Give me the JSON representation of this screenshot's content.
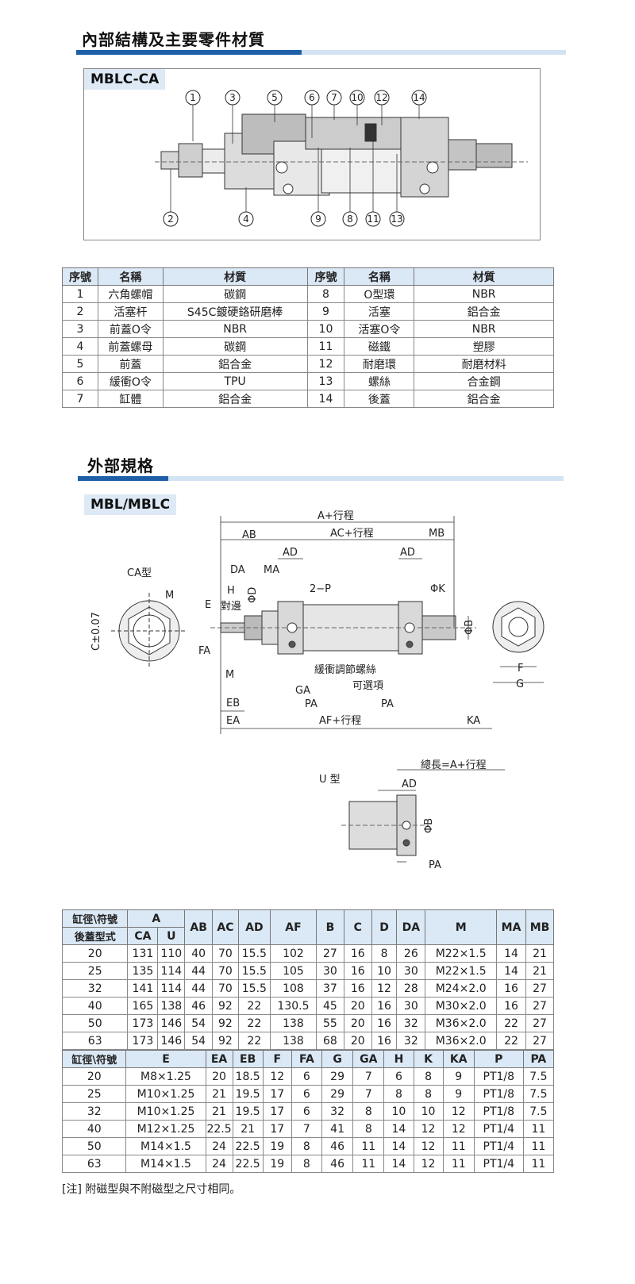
{
  "section1": {
    "title": "內部結構及主要零件材質",
    "model_label": "MBLC-CA"
  },
  "callouts_top": [
    "1",
    "3",
    "5",
    "6",
    "7",
    "10",
    "12",
    "14"
  ],
  "callouts_bottom": [
    "2",
    "4",
    "9",
    "8",
    "11",
    "13"
  ],
  "parts_table": {
    "headers": [
      "序號",
      "名稱",
      "材質",
      "序號",
      "名稱",
      "材質"
    ],
    "rows": [
      [
        "1",
        "六角螺帽",
        "碳鋼",
        "8",
        "O型環",
        "NBR"
      ],
      [
        "2",
        "活塞杆",
        "S45C鍍硬鉻研磨棒",
        "9",
        "活塞",
        "鋁合金"
      ],
      [
        "3",
        "前蓋O令",
        "NBR",
        "10",
        "活塞O令",
        "NBR"
      ],
      [
        "4",
        "前蓋螺母",
        "碳鋼",
        "11",
        "磁鐵",
        "塑膠"
      ],
      [
        "5",
        "前蓋",
        "鋁合金",
        "12",
        "耐磨環",
        "耐磨材料"
      ],
      [
        "6",
        "緩衝O令",
        "TPU",
        "13",
        "螺絲",
        "合金鋼"
      ],
      [
        "7",
        "缸體",
        "鋁合金",
        "14",
        "後蓋",
        "鋁合金"
      ]
    ]
  },
  "section2": {
    "title": "外部規格",
    "model_label": "MBL/MBLC"
  },
  "drawing_labels": {
    "ca_type": "CA型",
    "M": "M",
    "C_tol": "C±0.07",
    "A_stroke": "A+行程",
    "AB": "AB",
    "AC_stroke": "AC+行程",
    "MB": "MB",
    "AD": "AD",
    "DA": "DA",
    "MA": "MA",
    "H": "H",
    "PhiD": "ΦD",
    "two_P": "2−P",
    "PhiK": "ΦK",
    "E": "E",
    "duibian": "對邊",
    "FA": "FA",
    "PhiB": "ΦB",
    "F": "F",
    "G": "G",
    "cushion_screw": "緩衝調節螺絲",
    "optional": "可選項",
    "GA": "GA",
    "PA": "PA",
    "EB": "EB",
    "EA": "EA",
    "AF_stroke": "AF+行程",
    "KA": "KA",
    "u_type": "U 型",
    "total_length": "總長=A+行程"
  },
  "dim_table1": {
    "h_bore": "缸徑\\符號",
    "h_cover": "後蓋型式",
    "h_A": "A",
    "h_CA": "CA",
    "h_U": "U",
    "cols": [
      "AB",
      "AC",
      "AD",
      "AF",
      "B",
      "C",
      "D",
      "DA",
      "M",
      "MA",
      "MB"
    ],
    "rows": [
      [
        "20",
        "131",
        "110",
        "40",
        "70",
        "15.5",
        "102",
        "27",
        "16",
        "8",
        "26",
        "M22×1.5",
        "14",
        "21"
      ],
      [
        "25",
        "135",
        "114",
        "44",
        "70",
        "15.5",
        "105",
        "30",
        "16",
        "10",
        "30",
        "M22×1.5",
        "14",
        "21"
      ],
      [
        "32",
        "141",
        "114",
        "44",
        "70",
        "15.5",
        "108",
        "37",
        "16",
        "12",
        "28",
        "M24×2.0",
        "16",
        "27"
      ],
      [
        "40",
        "165",
        "138",
        "46",
        "92",
        "22",
        "130.5",
        "45",
        "20",
        "16",
        "30",
        "M30×2.0",
        "16",
        "27"
      ],
      [
        "50",
        "173",
        "146",
        "54",
        "92",
        "22",
        "138",
        "55",
        "20",
        "16",
        "32",
        "M36×2.0",
        "22",
        "27"
      ],
      [
        "63",
        "173",
        "146",
        "54",
        "92",
        "22",
        "138",
        "68",
        "20",
        "16",
        "32",
        "M36×2.0",
        "22",
        "27"
      ]
    ]
  },
  "dim_table2": {
    "headers": [
      "缸徑\\符號",
      "E",
      "EA",
      "EB",
      "F",
      "FA",
      "G",
      "GA",
      "H",
      "K",
      "KA",
      "P",
      "PA"
    ],
    "rows": [
      [
        "20",
        "M8×1.25",
        "20",
        "18.5",
        "12",
        "6",
        "29",
        "7",
        "6",
        "8",
        "9",
        "PT1/8",
        "7.5"
      ],
      [
        "25",
        "M10×1.25",
        "21",
        "19.5",
        "17",
        "6",
        "29",
        "7",
        "8",
        "8",
        "9",
        "PT1/8",
        "7.5"
      ],
      [
        "32",
        "M10×1.25",
        "21",
        "19.5",
        "17",
        "6",
        "32",
        "8",
        "10",
        "10",
        "12",
        "PT1/8",
        "7.5"
      ],
      [
        "40",
        "M12×1.25",
        "22.5",
        "21",
        "17",
        "7",
        "41",
        "8",
        "14",
        "12",
        "12",
        "PT1/4",
        "11"
      ],
      [
        "50",
        "M14×1.5",
        "24",
        "22.5",
        "19",
        "8",
        "46",
        "11",
        "14",
        "12",
        "11",
        "PT1/4",
        "11"
      ],
      [
        "63",
        "M14×1.5",
        "24",
        "22.5",
        "19",
        "8",
        "46",
        "11",
        "14",
        "12",
        "11",
        "PT1/4",
        "11"
      ]
    ]
  },
  "note": "[注] 附磁型與不附磁型之尺寸相同。",
  "colors": {
    "accent_dark": "#1f5fa8",
    "accent_light": "#d2e3f3",
    "header_bg": "#dbe8f5"
  }
}
